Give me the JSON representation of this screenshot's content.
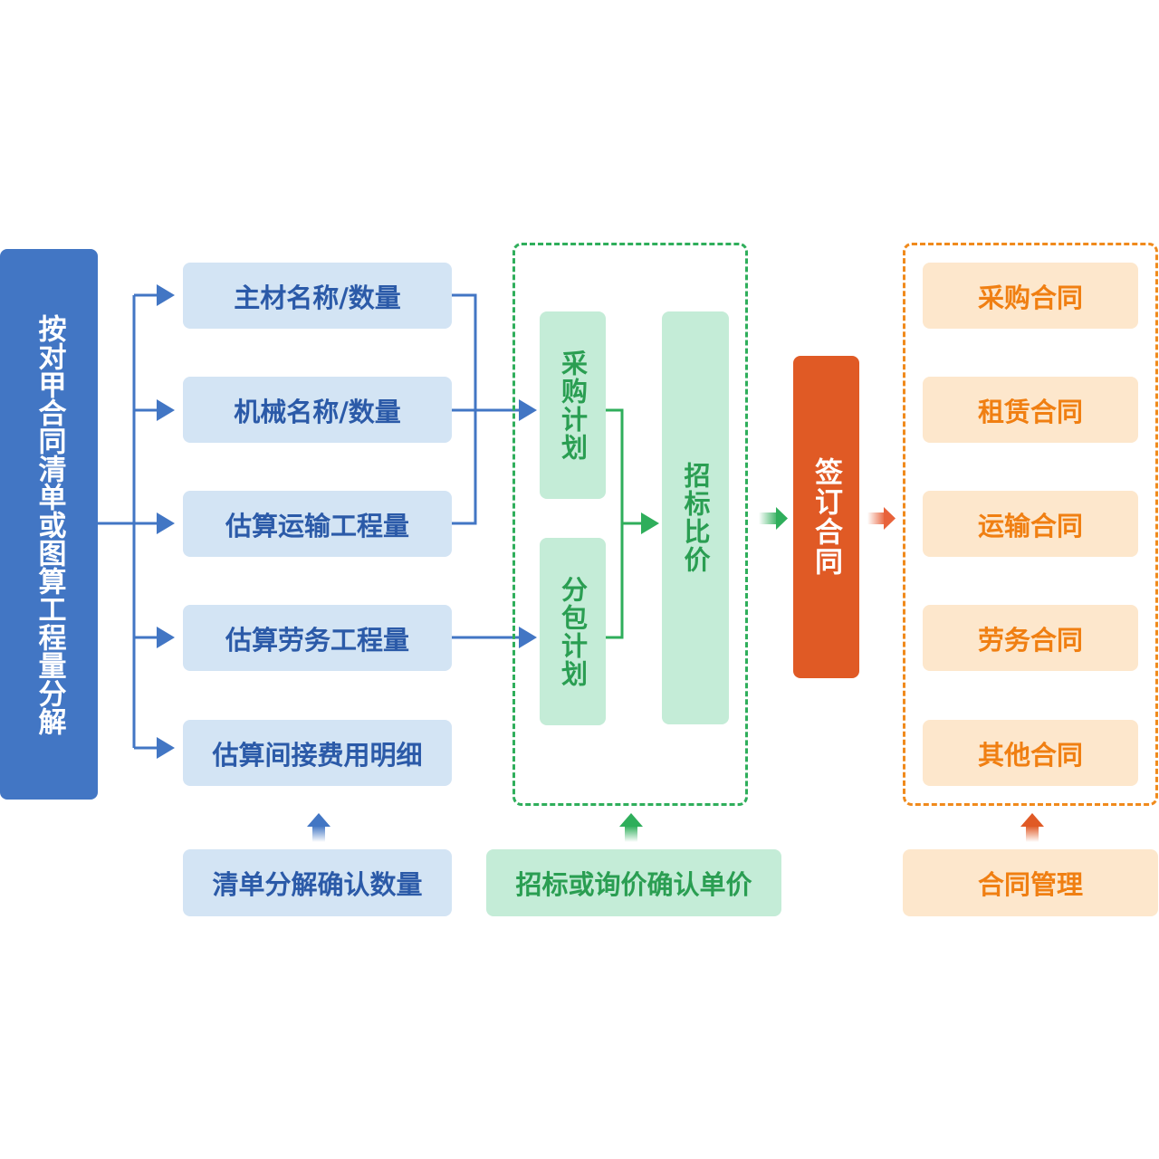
{
  "source": {
    "label": "按对甲合同清单或图算工程量分解"
  },
  "quantity_items": [
    {
      "label": "主材名称/数量"
    },
    {
      "label": "机械名称/数量"
    },
    {
      "label": "估算运输工程量"
    },
    {
      "label": "估算劳务工程量"
    },
    {
      "label": "估算间接费用明细"
    }
  ],
  "planning": {
    "purchase_plan": "采购计划",
    "subcontract_plan": "分包计划",
    "bid_compare": "招标比价"
  },
  "sign_contract": {
    "label": "签订合同"
  },
  "contracts": [
    {
      "label": "采购合同"
    },
    {
      "label": "租赁合同"
    },
    {
      "label": "运输合同"
    },
    {
      "label": "劳务合同"
    },
    {
      "label": "其他合同"
    }
  ],
  "stages": {
    "quantity_confirm": "清单分解确认数量",
    "price_confirm": "招标或询价确认单价",
    "contract_management": "合同管理"
  },
  "colors": {
    "blue": "#4276c4",
    "blue_light": "#d3e4f4",
    "green": "#2fae5b",
    "green_light": "#c4ecd7",
    "orange_red": "#e05a25",
    "orange": "#f08a1c",
    "orange_light": "#fde7cc"
  }
}
